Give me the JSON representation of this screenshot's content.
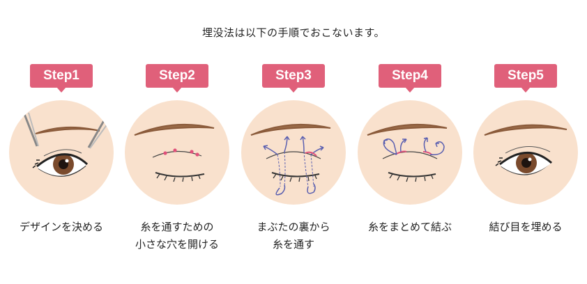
{
  "intro_text": "埋没法は以下の手順でおこないます。",
  "colors": {
    "badge": "#e0607a",
    "circle": "#f9e1cd",
    "brow": "#9a6a47",
    "iris": "#7a4a2c",
    "thread": "#5a5fb0",
    "mark": "#e0507a"
  },
  "steps": [
    {
      "label": "Step1",
      "caption": [
        "デザインを決める"
      ],
      "illustration": "open-eye-with-tweezers"
    },
    {
      "label": "Step2",
      "caption": [
        "糸を通すための",
        "小さな穴を開ける"
      ],
      "illustration": "closed-eye-with-marks"
    },
    {
      "label": "Step3",
      "caption": [
        "まぶたの裏から",
        "糸を通す"
      ],
      "illustration": "closed-eye-thread-through"
    },
    {
      "label": "Step4",
      "caption": [
        "糸をまとめて結ぶ"
      ],
      "illustration": "closed-eye-thread-tied"
    },
    {
      "label": "Step5",
      "caption": [
        "結び目を埋める"
      ],
      "illustration": "open-eye-finished"
    }
  ]
}
